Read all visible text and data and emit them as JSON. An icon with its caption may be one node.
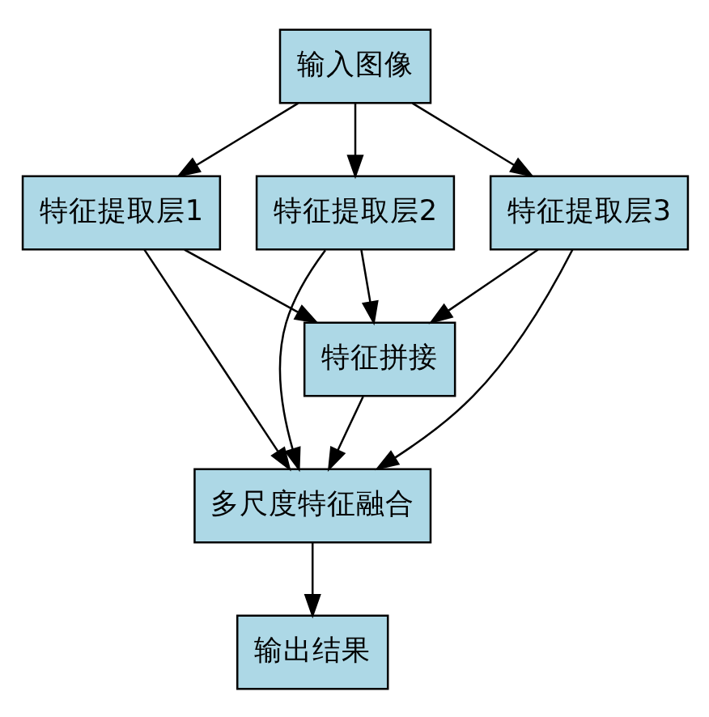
{
  "diagram": {
    "nodes": [
      {
        "text": [
          "输入图像"
        ]
      },
      {
        "text": [
          "特征提取层1"
        ]
      },
      {
        "text": [
          "特征提取层2"
        ]
      },
      {
        "text": [
          "特征提取层3"
        ]
      },
      {
        "text": [
          "特征拼接"
        ]
      },
      {
        "text": [
          "多尺度特征融合"
        ]
      },
      {
        "text": [
          "输出结果"
        ]
      }
    ],
    "edges": [
      {
        "from": 0,
        "to": 1,
        "arrow": "to"
      },
      {
        "from": 0,
        "to": 2,
        "arrow": "to"
      },
      {
        "from": 0,
        "to": 3,
        "arrow": "to"
      },
      {
        "from": 1,
        "to": 4,
        "arrow": "to"
      },
      {
        "from": 2,
        "to": 4,
        "arrow": "to"
      },
      {
        "from": 3,
        "to": 4,
        "arrow": "to"
      },
      {
        "from": 1,
        "to": 5,
        "arrow": "to"
      },
      {
        "from": 2,
        "to": 5,
        "arrow": "to"
      },
      {
        "from": 3,
        "to": 5,
        "arrow": "to"
      },
      {
        "from": 4,
        "to": 5,
        "arrow": "to"
      },
      {
        "from": 5,
        "to": 6,
        "arrow": "to"
      }
    ]
  }
}
